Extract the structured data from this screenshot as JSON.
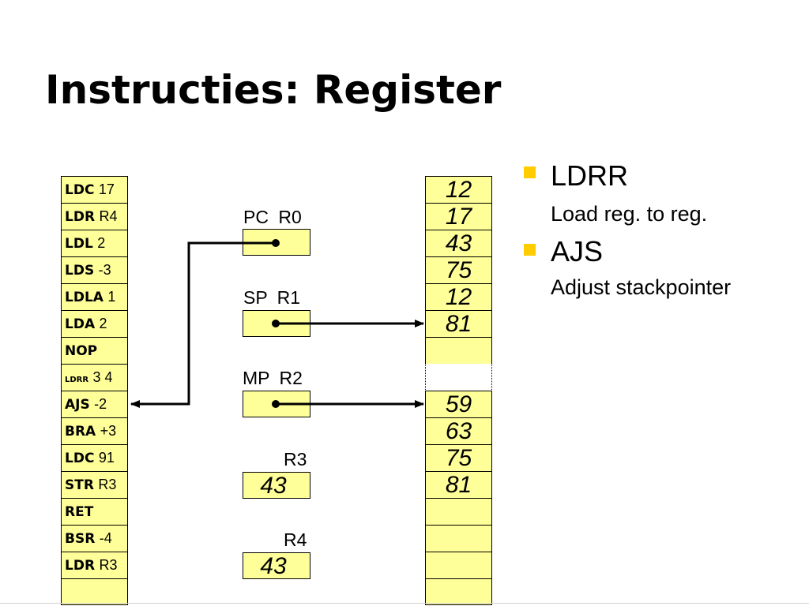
{
  "title": "Instructies: Register",
  "program": [
    {
      "op": "LDC",
      "arg": "17"
    },
    {
      "op": "LDR",
      "arg": "R4"
    },
    {
      "op": "LDL",
      "arg": "2"
    },
    {
      "op": "LDS",
      "arg": "-3"
    },
    {
      "op": "LDLA",
      "arg": "1"
    },
    {
      "op": "LDA",
      "arg": "2"
    },
    {
      "op": "NOP",
      "arg": ""
    },
    {
      "op": "LDRR",
      "arg": "3 4"
    },
    {
      "op": "AJS",
      "arg": "-2"
    },
    {
      "op": "BRA",
      "arg": "+3"
    },
    {
      "op": "LDC",
      "arg": "91"
    },
    {
      "op": "STR",
      "arg": "R3"
    },
    {
      "op": "RET",
      "arg": ""
    },
    {
      "op": "BSR",
      "arg": "-4"
    },
    {
      "op": "LDR",
      "arg": "R3"
    },
    {
      "op": "",
      "arg": ""
    }
  ],
  "registers": [
    {
      "label": "PC  R0",
      "value": ""
    },
    {
      "label": "SP  R1",
      "value": ""
    },
    {
      "label": "MP  R2",
      "value": ""
    },
    {
      "label": "R3",
      "value": "43"
    },
    {
      "label": "R4",
      "value": "43"
    }
  ],
  "stack_top": [
    "12",
    "17",
    "43",
    "75",
    "12",
    "81",
    ""
  ],
  "stack_bottom": [
    "59",
    "63",
    "75",
    "81",
    "",
    "",
    "",
    ""
  ],
  "bullets": [
    {
      "head": "LDRR",
      "sub": "Load reg. to reg."
    },
    {
      "head": "AJS",
      "sub": "Adjust stackpointer"
    }
  ],
  "colors": {
    "cell_fill": "#ffff99",
    "bullet": "#ffcc00"
  }
}
